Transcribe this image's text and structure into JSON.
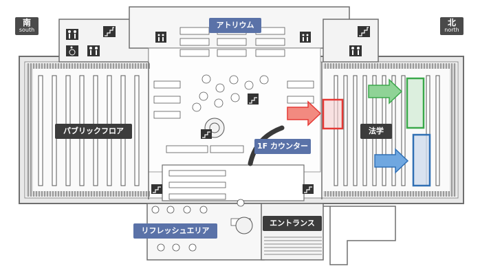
{
  "compass": {
    "south": {
      "kanji": "南",
      "en": "south"
    },
    "north": {
      "kanji": "北",
      "en": "north"
    }
  },
  "areas": {
    "atrium": "アトリウム",
    "public_floor": "パブリックフロア",
    "counter": "1F カウンター",
    "law": "法学",
    "refresh": "リフレッシュエリア",
    "entrance": "エントランス"
  },
  "colors": {
    "highlight_red": "#e53935",
    "highlight_green": "#3aa84a",
    "highlight_blue": "#2f6fb4",
    "label_blue": "#5a72a8",
    "label_dark": "#3c3c3c",
    "wall": "#7a7a7a",
    "shelf": "#555555",
    "floor": "#f0f0f0"
  },
  "icons": [
    "restroom-icon",
    "wheelchair-icon",
    "elevator-icon",
    "stairs-icon",
    "arrow-right-icon"
  ]
}
